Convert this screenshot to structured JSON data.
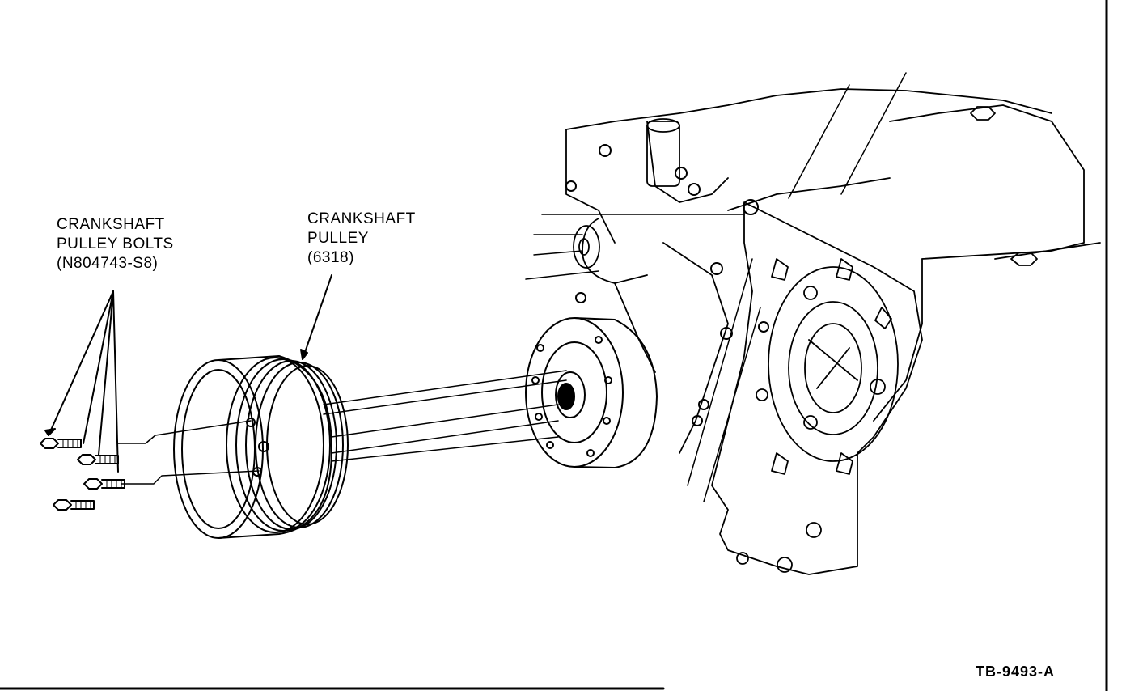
{
  "labels": {
    "bolts": {
      "line1": "CRANKSHAFT",
      "line2": "PULLEY BOLTS",
      "line3": "(N804743-S8)"
    },
    "pulley": {
      "line1": "CRANKSHAFT",
      "line2": "PULLEY",
      "line3": "(6318)"
    }
  },
  "reference_code": "TB-9493-A"
}
